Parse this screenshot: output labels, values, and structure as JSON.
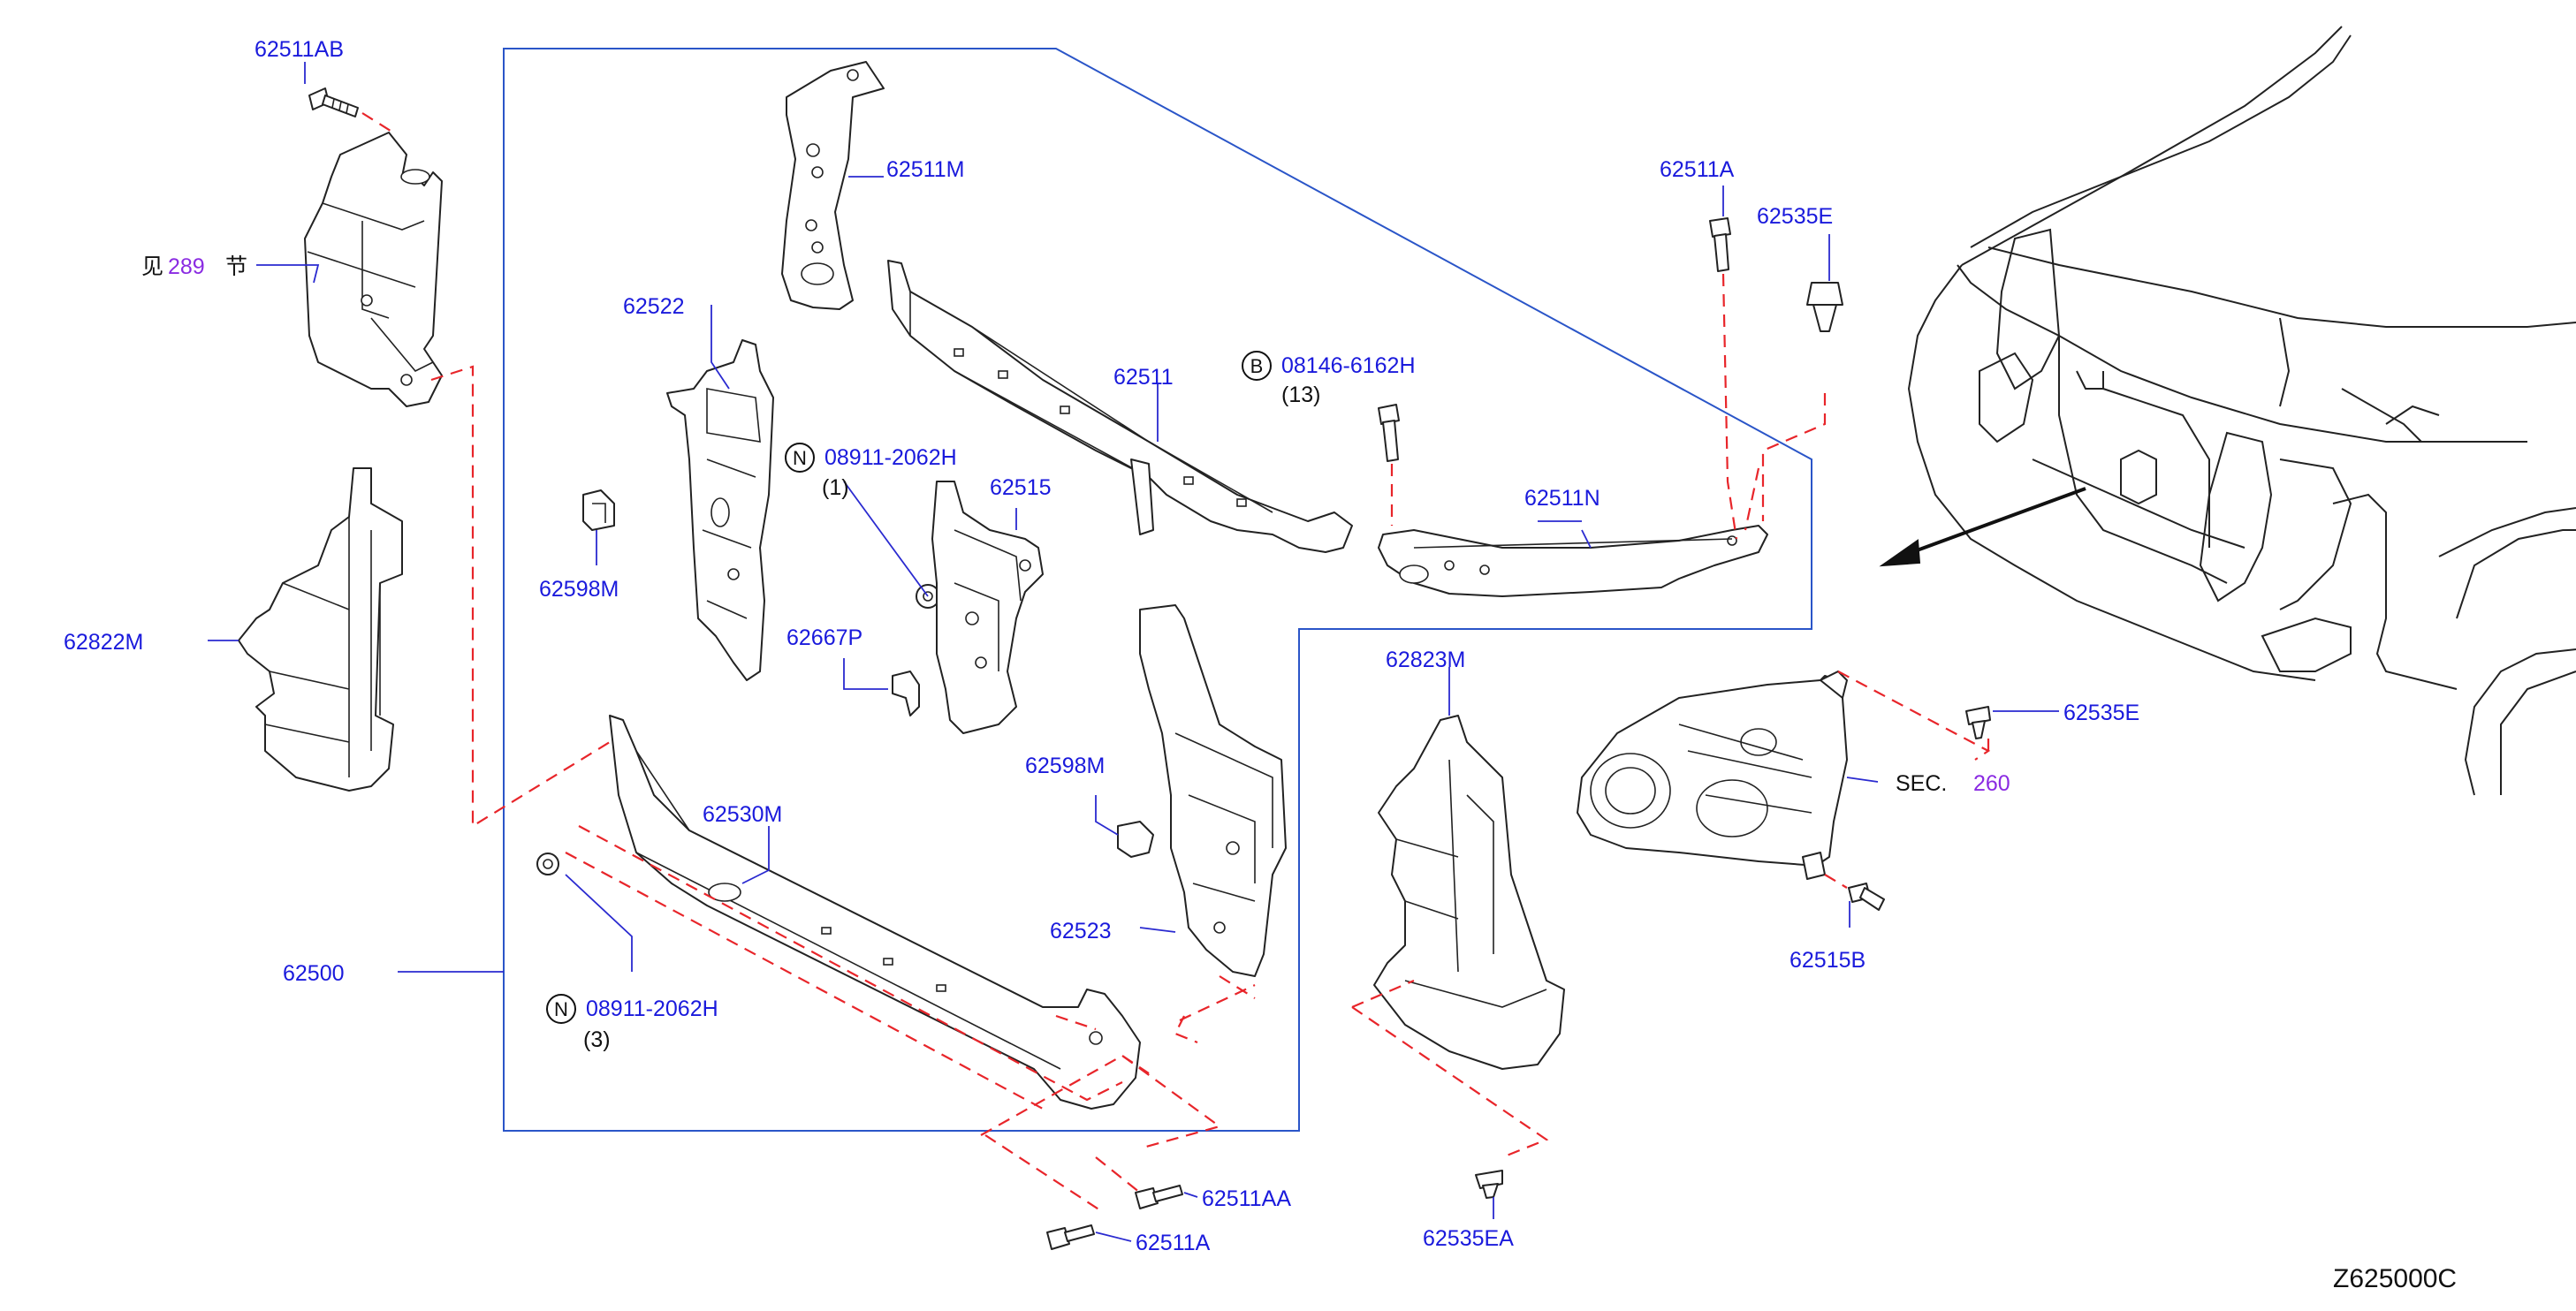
{
  "diagram_code": "Z625000C",
  "labels": {
    "p62511AB": "62511AB",
    "p62511M": "62511M",
    "p62522": "62522",
    "p62511": "62511",
    "p08146": "08146-6162H",
    "p08146_qty": "(13)",
    "p08146_circle": "B",
    "p62511A_top": "62511A",
    "p62535E_top": "62535E",
    "p62511N": "62511N",
    "see_prefix": "见",
    "see_num": "289",
    "see_suffix": "节",
    "p62598M_left": "62598M",
    "p08911_a": "08911-2062H",
    "p08911_a_qty": "(1)",
    "p08911_a_circle": "N",
    "p62515": "62515",
    "p62822M": "62822M",
    "p62667P": "62667P",
    "p62823M": "62823M",
    "p62535E_right": "62535E",
    "sec_prefix": "SEC.",
    "sec_num": "260",
    "p62598M_mid": "62598M",
    "p62530M": "62530M",
    "p62515B": "62515B",
    "p62500": "62500",
    "p62523": "62523",
    "p08911_b": "08911-2062H",
    "p08911_b_qty": "(3)",
    "p08911_b_circle": "N",
    "p62511AA": "62511AA",
    "p62511A_bottom": "62511A",
    "p62535EA": "62535EA"
  },
  "colors": {
    "label": "#1a1adc",
    "section_ref": "#8a2be2",
    "frame": "#2a55c8",
    "dashed_guide": "#e8252a",
    "line_art": "#222222"
  }
}
